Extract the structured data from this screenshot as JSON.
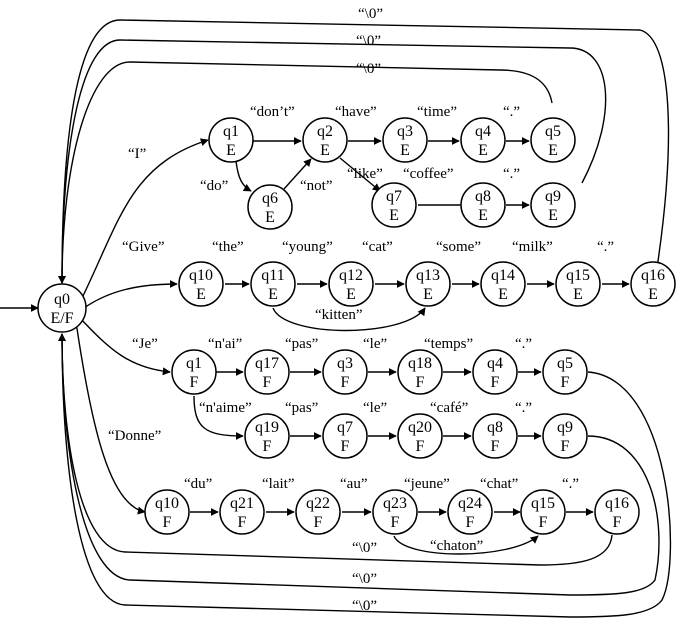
{
  "states": [
    {
      "id": "q0",
      "label": "q0",
      "sub": "E/F"
    },
    {
      "id": "e1",
      "label": "q1",
      "sub": "E"
    },
    {
      "id": "e2",
      "label": "q2",
      "sub": "E"
    },
    {
      "id": "e3",
      "label": "q3",
      "sub": "E"
    },
    {
      "id": "e4",
      "label": "q4",
      "sub": "E"
    },
    {
      "id": "e5",
      "label": "q5",
      "sub": "E"
    },
    {
      "id": "e6",
      "label": "q6",
      "sub": "E"
    },
    {
      "id": "e7",
      "label": "q7",
      "sub": "E"
    },
    {
      "id": "e8",
      "label": "q8",
      "sub": "E"
    },
    {
      "id": "e9",
      "label": "q9",
      "sub": "E"
    },
    {
      "id": "e10",
      "label": "q10",
      "sub": "E"
    },
    {
      "id": "e11",
      "label": "q11",
      "sub": "E"
    },
    {
      "id": "e12",
      "label": "q12",
      "sub": "E"
    },
    {
      "id": "e13",
      "label": "q13",
      "sub": "E"
    },
    {
      "id": "e14",
      "label": "q14",
      "sub": "E"
    },
    {
      "id": "e15",
      "label": "q15",
      "sub": "E"
    },
    {
      "id": "e16",
      "label": "q16",
      "sub": "E"
    },
    {
      "id": "f1",
      "label": "q1",
      "sub": "F"
    },
    {
      "id": "f17",
      "label": "q17",
      "sub": "F"
    },
    {
      "id": "f3",
      "label": "q3",
      "sub": "F"
    },
    {
      "id": "f18",
      "label": "q18",
      "sub": "F"
    },
    {
      "id": "f4",
      "label": "q4",
      "sub": "F"
    },
    {
      "id": "f5",
      "label": "q5",
      "sub": "F"
    },
    {
      "id": "f19",
      "label": "q19",
      "sub": "F"
    },
    {
      "id": "f7",
      "label": "q7",
      "sub": "F"
    },
    {
      "id": "f20",
      "label": "q20",
      "sub": "F"
    },
    {
      "id": "f8",
      "label": "q8",
      "sub": "F"
    },
    {
      "id": "f9",
      "label": "q9",
      "sub": "F"
    },
    {
      "id": "f10",
      "label": "q10",
      "sub": "F"
    },
    {
      "id": "f21",
      "label": "q21",
      "sub": "F"
    },
    {
      "id": "f22",
      "label": "q22",
      "sub": "F"
    },
    {
      "id": "f23",
      "label": "q23",
      "sub": "F"
    },
    {
      "id": "f24",
      "label": "q24",
      "sub": "F"
    },
    {
      "id": "f15",
      "label": "q15",
      "sub": "F"
    },
    {
      "id": "f16",
      "label": "q16",
      "sub": "F"
    }
  ],
  "labels": [
    {
      "id": "top1",
      "text": "“\\0”"
    },
    {
      "id": "top2",
      "text": "“\\0”"
    },
    {
      "id": "top3",
      "text": "“\\0”"
    },
    {
      "id": "I",
      "text": "“I”"
    },
    {
      "id": "dont",
      "text": "“don’t”"
    },
    {
      "id": "have",
      "text": "“have”"
    },
    {
      "id": "time",
      "text": "“time”"
    },
    {
      "id": "dot1",
      "text": "“.”"
    },
    {
      "id": "do",
      "text": "“do”"
    },
    {
      "id": "not",
      "text": "“not”"
    },
    {
      "id": "like",
      "text": "“like”"
    },
    {
      "id": "coffee",
      "text": "“coffee”"
    },
    {
      "id": "dot2",
      "text": "“.”"
    },
    {
      "id": "give",
      "text": "“Give”"
    },
    {
      "id": "the",
      "text": "“the”"
    },
    {
      "id": "young",
      "text": "“young”"
    },
    {
      "id": "cat",
      "text": "“cat”"
    },
    {
      "id": "some",
      "text": "“some”"
    },
    {
      "id": "milk",
      "text": "“milk”"
    },
    {
      "id": "dot3",
      "text": "“.”"
    },
    {
      "id": "kitten",
      "text": "“kitten”"
    },
    {
      "id": "je",
      "text": "“Je”"
    },
    {
      "id": "nai",
      "text": "“n'ai”"
    },
    {
      "id": "pas1",
      "text": "“pas”"
    },
    {
      "id": "le1",
      "text": "“le”"
    },
    {
      "id": "temps",
      "text": "“temps”"
    },
    {
      "id": "dot4",
      "text": "“.”"
    },
    {
      "id": "naime",
      "text": "“n'aime”"
    },
    {
      "id": "pas2",
      "text": "“pas”"
    },
    {
      "id": "le2",
      "text": "“le”"
    },
    {
      "id": "cafe",
      "text": "“café”"
    },
    {
      "id": "dot5",
      "text": "“.”"
    },
    {
      "id": "donne",
      "text": "“Donne”"
    },
    {
      "id": "du",
      "text": "“du”"
    },
    {
      "id": "lait",
      "text": "“lait”"
    },
    {
      "id": "au",
      "text": "“au”"
    },
    {
      "id": "jeune",
      "text": "“jeune”"
    },
    {
      "id": "chat",
      "text": "“chat”"
    },
    {
      "id": "dot6",
      "text": "“.”"
    },
    {
      "id": "chaton",
      "text": "“chaton”"
    },
    {
      "id": "bot1",
      "text": "“\\0”"
    },
    {
      "id": "bot2",
      "text": "“\\0”"
    },
    {
      "id": "bot3",
      "text": "“\\0”"
    }
  ]
}
